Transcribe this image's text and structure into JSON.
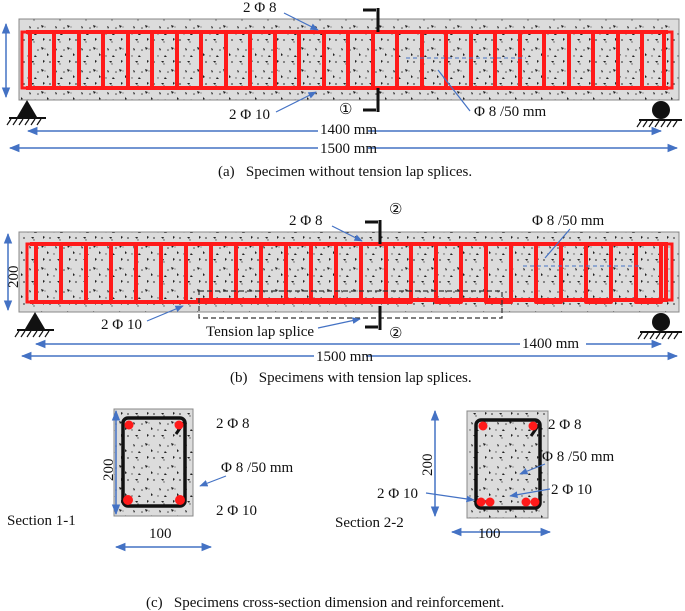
{
  "colors": {
    "concrete": "#d9d9d9",
    "rebar": "#ff1a1a",
    "dimension_arrow": "#4472c4",
    "bar_dark": "#1a1a1a",
    "lap_box": "#333333"
  },
  "beam_a": {
    "top_bars": "2 Φ 8",
    "bottom_bars": "2 Φ 10",
    "stirrups": "Φ 8 /50 mm",
    "section_marker": "①",
    "span": "1400 mm",
    "length": "1500 mm",
    "caption": "(a)   Specimen without tension lap splices."
  },
  "beam_b": {
    "top_bars": "2 Φ 8",
    "bottom_bars": "2 Φ 10",
    "stirrups": "Φ 8 /50 mm",
    "section_marker": "②",
    "height": "200",
    "lap_label": "Tension lap splice",
    "span": "1400 mm",
    "length": "1500 mm",
    "caption": "(b)   Specimens with tension lap splices."
  },
  "section_1": {
    "name": "Section 1-1",
    "height": "200",
    "width": "100",
    "top_bars": "2 Φ 8",
    "stirrups": "Φ 8 /50 mm",
    "bottom_bars": "2 Φ 10"
  },
  "section_2": {
    "name": "Section 2-2",
    "height": "200",
    "width": "100",
    "top_bars": "2 Φ 8",
    "stirrups": "Φ 8 /50 mm",
    "bottom_left": "2 Φ 10",
    "bottom_right": "2 Φ 10"
  },
  "caption_c": "(c)   Specimens cross-section dimension and reinforcement."
}
